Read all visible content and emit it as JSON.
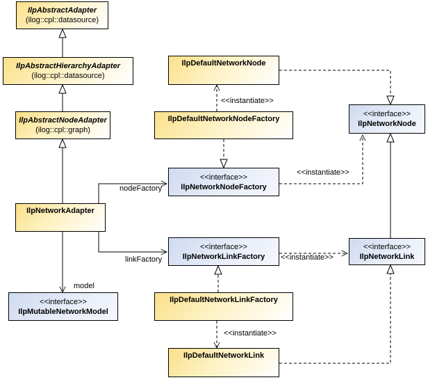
{
  "classes": {
    "abstract_adapter": {
      "name": "IlpAbstractAdapter",
      "pkg": "(ilog::cpl::datasource)"
    },
    "abstract_hierarchy_adapter": {
      "name": "IlpAbstractHierarchyAdapter",
      "pkg": "(ilog::cpl::datasource)"
    },
    "abstract_node_adapter": {
      "name": "IlpAbstractNodeAdapter",
      "pkg": "(ilog::cpl::graph)"
    },
    "network_adapter": {
      "name": "IlpNetworkAdapter"
    },
    "mutable_network_model": {
      "stereotype": "<<interface>>",
      "name": "IlpMutableNetworkModel"
    },
    "default_network_node": {
      "name": "IlpDefaultNetworkNode"
    },
    "default_network_node_factory": {
      "name": "IlpDefaultNetworkNodeFactory"
    },
    "network_node_factory": {
      "stereotype": "<<interface>>",
      "name": "IlpNetworkNodeFactory"
    },
    "network_node": {
      "stereotype": "<<interface>>",
      "name": "IlpNetworkNode"
    },
    "network_link_factory": {
      "stereotype": "<<interface>>",
      "name": "IlpNetworkLinkFactory"
    },
    "network_link": {
      "stereotype": "<<interface>>",
      "name": "IlpNetworkLink"
    },
    "default_network_link_factory": {
      "name": "IlpDefaultNetworkLinkFactory"
    },
    "default_network_link": {
      "name": "IlpDefaultNetworkLink"
    }
  },
  "labels": {
    "node_factory": "nodeFactory",
    "link_factory": "linkFactory",
    "model": "model",
    "instantiate_1": "<<instantiate>>",
    "instantiate_2": "<<instantiate>>",
    "instantiate_3": "<<instantiate>>",
    "instantiate_4": "<<instantiate>>"
  },
  "colors": {
    "class_fill": "#fbe08a",
    "interface_fill": "#cfdaf0",
    "line": "#000000"
  }
}
